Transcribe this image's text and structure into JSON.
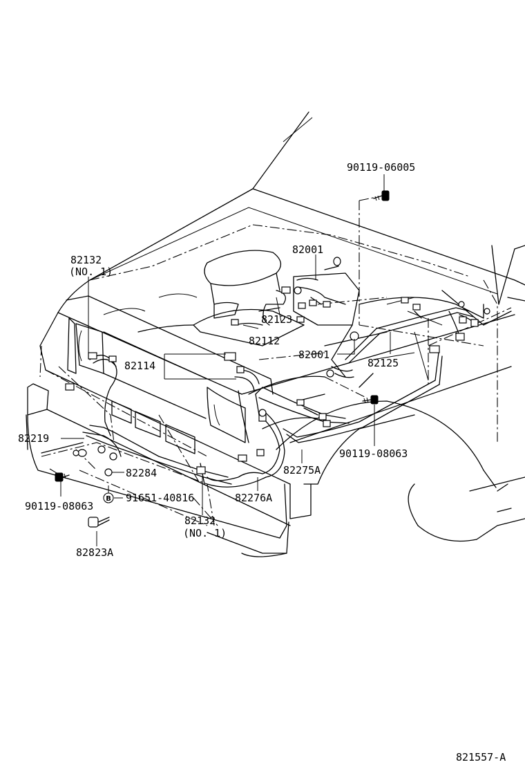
{
  "labels": {
    "p90119_06005": "90119-06005",
    "p82132_top": "82132",
    "p82132_top_no": "(NO. 1)",
    "p82001_top": "82001",
    "p82123": "82123",
    "p82112": "82112",
    "p82001_mid": "82001",
    "p82125": "82125",
    "p82114": "82114",
    "p82219": "82219",
    "p90119_08063_right": "90119-08063",
    "p82284": "82284",
    "p82275A": "82275A",
    "b_mark": "B",
    "p91651_40816": "91651-40816",
    "p82276A": "82276A",
    "p90119_08063_left": "90119-08063",
    "p82132_bottom": "82132",
    "p82132_bottom_no": "(NO. 1)",
    "p82823A": "82823A",
    "figure_id": "821557-A"
  }
}
